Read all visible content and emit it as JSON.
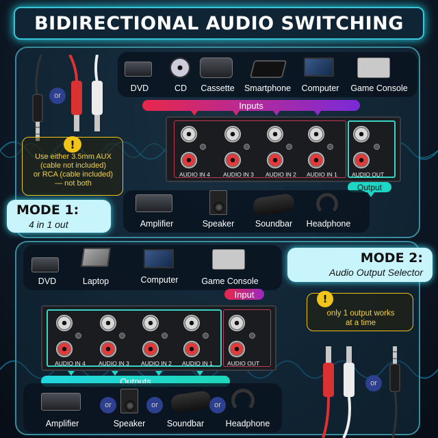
{
  "title": "BIDIRECTIONAL AUDIO SWITCHING",
  "mode1": {
    "heading": "MODE 1:",
    "subtitle": "4 in 1 out",
    "inputs_devices": [
      "DVD",
      "CD",
      "Cassette",
      "Smartphone",
      "Computer",
      "Game Console"
    ],
    "inputs_label": "Inputs",
    "ports": [
      "AUDIO IN 4",
      "AUDIO IN 3",
      "AUDIO IN 2",
      "AUDIO IN 1"
    ],
    "out_port": "AUDIO OUT",
    "output_label": "Output",
    "outputs_devices": [
      "Amplifier",
      "Speaker",
      "Soundbar",
      "Headphone"
    ],
    "or_label": "or",
    "warning": [
      "Use either 3.5mm AUX",
      "(cable not included)",
      "or RCA (cable included)",
      "— not both"
    ]
  },
  "mode2": {
    "heading": "MODE 2:",
    "subtitle": "Audio Output Selector",
    "inputs_devices": [
      "DVD",
      "Laptop",
      "Computer",
      "Game Console"
    ],
    "input_label": "Input",
    "ports": [
      "AUDIO IN 4",
      "AUDIO IN 3",
      "AUDIO IN 2",
      "AUDIO IN 1"
    ],
    "out_port": "AUDIO OUT",
    "outputs_label": "Outputs",
    "outputs_devices": [
      "Amplifier",
      "Speaker",
      "Soundbar",
      "Headphone"
    ],
    "or_label": "or",
    "note": [
      "only 1 output works",
      "at a time"
    ]
  },
  "colors": {
    "accent": "#38c6d6",
    "inputs_grad_start": "#e8274a",
    "inputs_grad_end": "#7a2ad8",
    "outputs_bar": "#22d6c8",
    "warning": "#f0c419",
    "mode_label_bg": "#c8f4fb"
  }
}
